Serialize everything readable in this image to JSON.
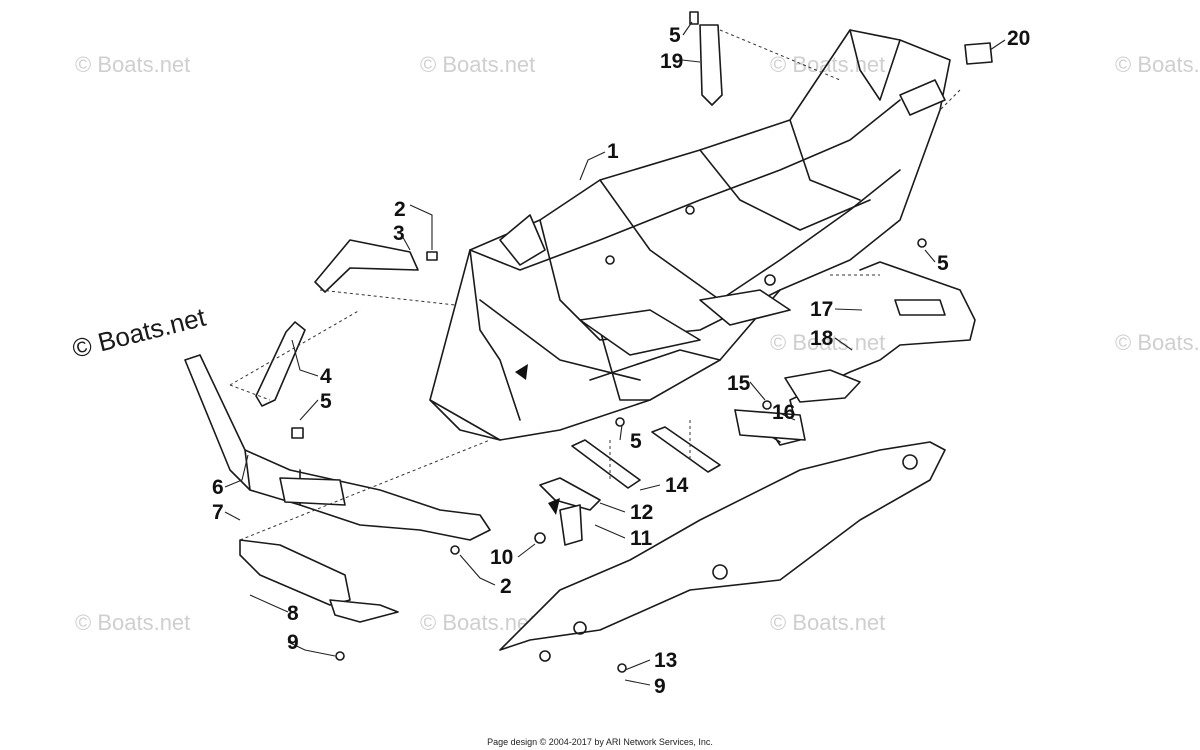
{
  "watermarks": [
    {
      "text": "© Boats.net"
    },
    {
      "text": "© Boats.net"
    },
    {
      "text": "© Boats.net"
    },
    {
      "text": "© Boats.net"
    },
    {
      "text": "© Boats.net"
    },
    {
      "text": "© Boats.net"
    },
    {
      "text": "© Boats.net"
    },
    {
      "text": "© Boats.net"
    },
    {
      "text": "© Boats.net"
    }
  ],
  "main_watermark": "© Boats.net",
  "callouts": [
    "1",
    "2",
    "3",
    "4",
    "5",
    "6",
    "7",
    "8",
    "9",
    "10",
    "11",
    "12",
    "13",
    "14",
    "15",
    "16",
    "17",
    "18",
    "19",
    "20",
    "5",
    "5",
    "5",
    "5",
    "2",
    "9"
  ],
  "footer": "Page design © 2004-2017 by ARI Network Services, Inc."
}
